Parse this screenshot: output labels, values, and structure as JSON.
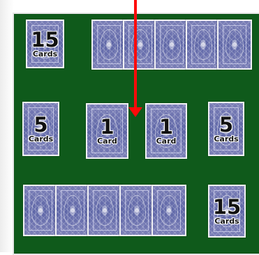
{
  "piles": {
    "top_left": {
      "count": "15",
      "label": "Cards"
    },
    "middle_far_left": {
      "count": "5",
      "label": "Cards"
    },
    "middle_left": {
      "count": "1",
      "label": "Card"
    },
    "middle_right": {
      "count": "1",
      "label": "Card"
    },
    "middle_far_right": {
      "count": "5",
      "label": "Cards"
    },
    "bottom_right": {
      "count": "15",
      "label": "Cards"
    }
  },
  "colors": {
    "table_green": "#0f5a1b",
    "card_blue": "#5e66a7",
    "arrow_red": "#ff0a0a"
  }
}
